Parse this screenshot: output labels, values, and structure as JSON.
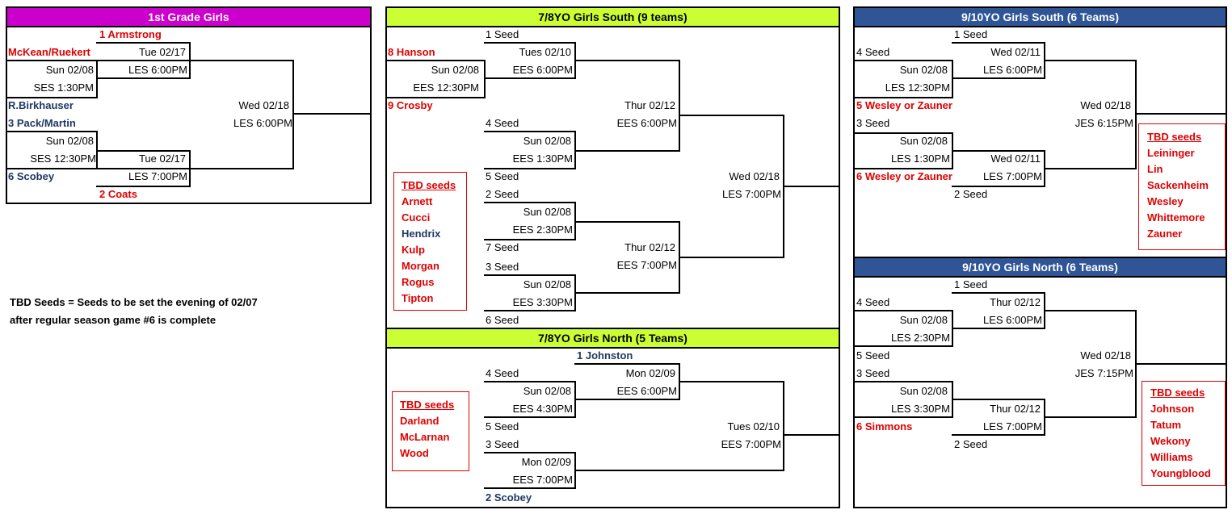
{
  "first_grade": {
    "title": "1st Grade Girls",
    "color": "#cc00cc",
    "t1": "1 Armstrong",
    "t2": "McKean/Ruekert",
    "d1": "Sun 02/08",
    "l1": "SES 1:30PM",
    "d2": "Tue 02/17",
    "l2": "LES 6:00PM",
    "t3": "R.Birkhauser",
    "t4": "3 Pack/Martin",
    "d3": "Sun 02/08",
    "l3": "SES 12:30PM",
    "t5": "6 Scobey",
    "d4": "Tue 02/17",
    "l4": "LES 7:00PM",
    "t6": "2 Coats",
    "d5": "Wed 02/18",
    "l5": "LES 6:00PM"
  },
  "note": {
    "line1": "TBD Seeds = Seeds to be set the evening of 02/07",
    "line2": "after regular season game #6 is complete"
  },
  "south78": {
    "title": "7/8YO Girls South (9 teams)",
    "color": "#ccff33",
    "s1": "1 Seed",
    "t_hanson": "8 Hanson",
    "d_a": "Sun 02/08",
    "l_a": "EES 12:30PM",
    "d_b": "Tues 02/10",
    "l_b": "EES 6:00PM",
    "t_crosby": "9 Crosby",
    "s4": "4 Seed",
    "d_c": "Sun 02/08",
    "l_c": "EES 1:30PM",
    "s5": "5 Seed",
    "d_d": "Thur 02/12",
    "l_d": "EES 6:00PM",
    "s2": "2 Seed",
    "d_e": "Sun 02/08",
    "l_e": "EES 2:30PM",
    "s7": "7 Seed",
    "s3": "3 Seed",
    "d_f": "Sun 02/08",
    "l_f": "EES 3:30PM",
    "s6": "6 Seed",
    "d_g": "Thur 02/12",
    "l_g": "EES 7:00PM",
    "d_h": "Wed 02/18",
    "l_h": "LES 7:00PM",
    "tbd_title": "TBD seeds",
    "tbd": [
      "Arnett",
      "Cucci",
      "Hendrix",
      "Kulp",
      "Morgan",
      "Rogus",
      "Tipton"
    ]
  },
  "north78": {
    "title": "7/8YO Girls North (5 Teams)",
    "color": "#ccff33",
    "t_johnston": "1 Johnston",
    "s4": "4 Seed",
    "d_a": "Sun 02/08",
    "l_a": "EES 4:30PM",
    "d_b": "Mon 02/09",
    "l_b": "EES 6:00PM",
    "s5": "5 Seed",
    "s3": "3 Seed",
    "d_c": "Mon 02/09",
    "l_c": "EES 7:00PM",
    "t_scobey": "2 Scobey",
    "d_d": "Tues 02/10",
    "l_d": "EES 7:00PM",
    "tbd_title": "TBD seeds",
    "tbd": [
      "Darland",
      "McLarnan",
      "Wood"
    ]
  },
  "south910": {
    "title": "9/10YO Girls South (6 Teams)",
    "color": "#2f5597",
    "s1": "1 Seed",
    "s4": "4 Seed",
    "d_a": "Sun 02/08",
    "l_a": "LES 12:30PM",
    "d_b": "Wed 02/11",
    "l_b": "LES 6:00PM",
    "t5": "5 Wesley or Zauner",
    "s3": "3 Seed",
    "d_c": "Sun 02/08",
    "l_c": "LES 1:30PM",
    "d_d": "Wed 02/11",
    "l_d": "LES 7:00PM",
    "t6": "6 Wesley or Zauner",
    "s2": "2 Seed",
    "d_e": "Wed 02/18",
    "l_e": "JES 6:15PM",
    "tbd_title": "TBD seeds",
    "tbd": [
      "Leininger",
      "Lin",
      "Sackenheim",
      "Wesley",
      "Whittemore",
      "Zauner"
    ]
  },
  "north910": {
    "title": "9/10YO Girls North (6 Teams)",
    "color": "#2f5597",
    "s1": "1 Seed",
    "s4": "4 Seed",
    "d_a": "Sun 02/08",
    "l_a": "LES 2:30PM",
    "d_b": "Thur 02/12",
    "l_b": "LES 6:00PM",
    "s5": "5 Seed",
    "s3": "3 Seed",
    "d_c": "Sun 02/08",
    "l_c": "LES 3:30PM",
    "d_d": "Thur 02/12",
    "l_d": "LES 7:00PM",
    "t6": "6 Simmons",
    "s2": "2 Seed",
    "d_e": "Wed 02/18",
    "l_e": "JES 7:15PM",
    "tbd_title": "TBD seeds",
    "tbd": [
      "Johnson",
      "Tatum",
      "Wekony",
      "Williams",
      "Youngblood"
    ]
  }
}
